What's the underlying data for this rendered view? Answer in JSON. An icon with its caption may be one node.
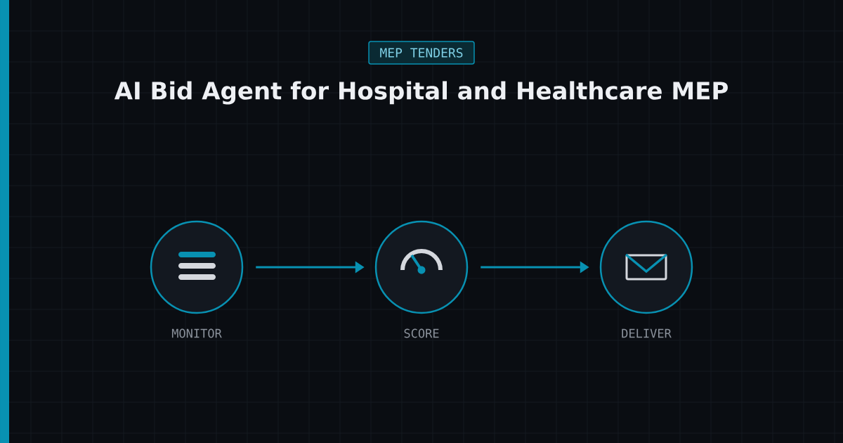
{
  "diagram": {
    "title": "AI Bid Agent for Hospital and Healthcare MEP",
    "nodes": [
      {
        "text": [
          "MEP TENDERS"
        ]
      },
      {
        "text": [],
        "shape": "circle",
        "beside": [
          "MONITOR"
        ]
      },
      {
        "text": [],
        "shape": "circle",
        "beside": [
          "SCORE"
        ]
      },
      {
        "text": [],
        "shape": "circle",
        "beside": [
          "DELIVER"
        ]
      }
    ],
    "edges": [
      {
        "from": 1,
        "to": 2,
        "arrow": "to"
      },
      {
        "from": 2,
        "to": 3,
        "arrow": "to"
      }
    ]
  }
}
